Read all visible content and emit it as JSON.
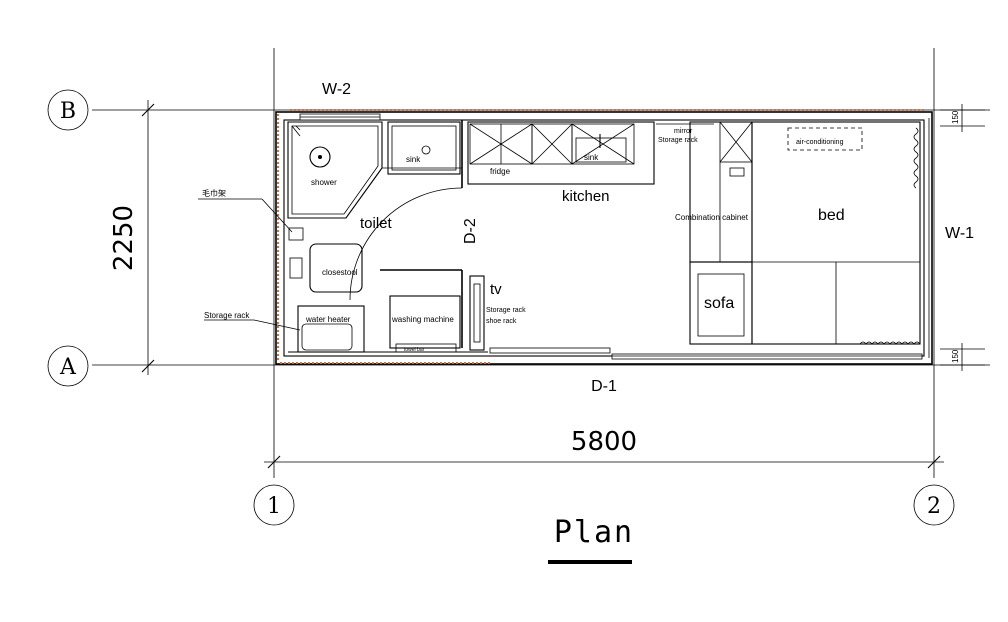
{
  "plan": {
    "title": "Plan",
    "dimensions": {
      "width": "5800",
      "height": "2250",
      "offset_top": "150",
      "offset_bottom": "150"
    },
    "axes": {
      "row_top": "B",
      "row_bottom": "A",
      "col_left": "1",
      "col_right": "2"
    },
    "openings": {
      "w2": "W-2",
      "w1": "W-1",
      "d1": "D-1",
      "d2": "D-2"
    },
    "rooms": {
      "toilet": "toilet",
      "kitchen": "kitchen",
      "bed": "bed",
      "sofa": "sofa",
      "tv": "tv"
    },
    "fixtures": {
      "shower": "shower",
      "sink_toilet": "sink",
      "sink_kitchen": "sink",
      "fridge": "fridge",
      "mirror": "mirror",
      "storage_rack_upper": "Storage rack",
      "air_conditioning": "air-conditioning",
      "combination_cabinet": "Combination cabinet",
      "closestool": "closestool",
      "water_heater": "water heater",
      "washing_machine": "washing machine",
      "towel_bar": "towel bar",
      "storage_rack_tv": "Storage rack",
      "shoe_rack": "shoe rack",
      "storage_rack_left": "Storage rack",
      "chinese_label": "毛巾架"
    }
  }
}
